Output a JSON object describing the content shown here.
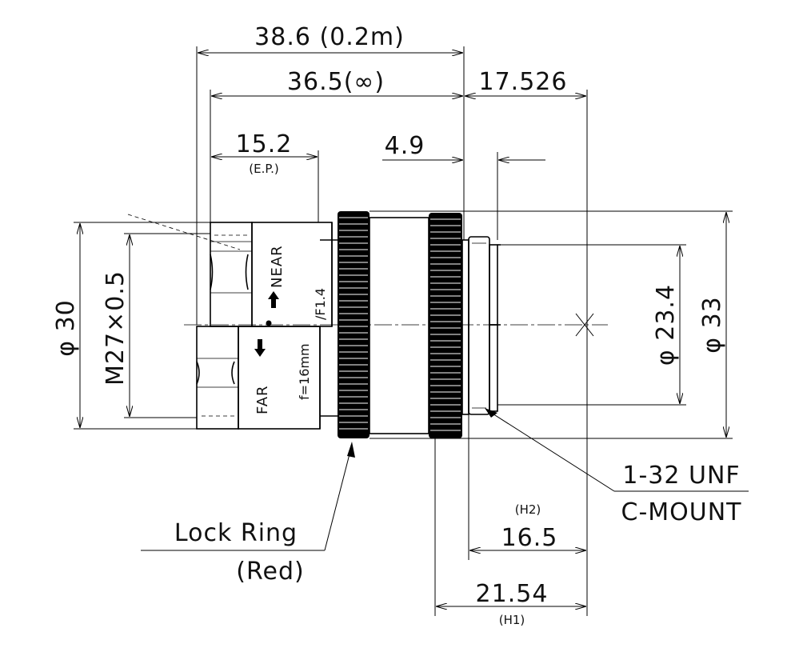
{
  "dimensions": {
    "length_close": "38.6 (0.2m)",
    "length_infinity": "36.5(∞)",
    "flange_back": "17.526",
    "entrance_pupil": "15.2",
    "entrance_pupil_note": "(E.P.)",
    "mount_step": "4.9",
    "diameter_front": "φ 30",
    "filter_thread": "M27×0.5",
    "diameter_mount": "φ 23.4",
    "diameter_body": "φ 33",
    "h2_label": "(H2)",
    "h2_value": "16.5",
    "h1_value": "21.54",
    "h1_label": "(H1)"
  },
  "callouts": {
    "thread_spec": "1-32 UNF",
    "mount_type": "C-MOUNT",
    "lock_ring_line1": "Lock Ring",
    "lock_ring_line2": "(Red)"
  },
  "lens_markings": {
    "near": "NEAR",
    "far": "FAR",
    "focal_length": "f=16mm",
    "aperture": "/F1.4"
  }
}
